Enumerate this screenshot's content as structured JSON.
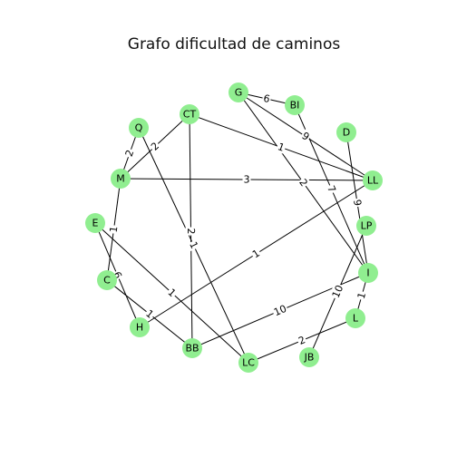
{
  "title": "Grafo dificultad de caminos",
  "colors": {
    "node_fill": "#90ee90",
    "edge": "#000000",
    "background": "#ffffff"
  },
  "nodes": [
    {
      "id": "G"
    },
    {
      "id": "BI"
    },
    {
      "id": "D"
    },
    {
      "id": "LL"
    },
    {
      "id": "LP"
    },
    {
      "id": "I"
    },
    {
      "id": "L"
    },
    {
      "id": "JB"
    },
    {
      "id": "LC"
    },
    {
      "id": "BB"
    },
    {
      "id": "H"
    },
    {
      "id": "C"
    },
    {
      "id": "E"
    },
    {
      "id": "M"
    },
    {
      "id": "Q"
    },
    {
      "id": "CT"
    }
  ],
  "edges": [
    {
      "source": "G",
      "target": "BI",
      "weight": "6"
    },
    {
      "source": "G",
      "target": "LL",
      "weight": "9"
    },
    {
      "source": "G",
      "target": "I",
      "weight": "2"
    },
    {
      "source": "BI",
      "target": "I",
      "weight": "7"
    },
    {
      "source": "D",
      "target": "I",
      "weight": "9"
    },
    {
      "source": "CT",
      "target": "LL",
      "weight": "1"
    },
    {
      "source": "CT",
      "target": "M",
      "weight": "2"
    },
    {
      "source": "CT",
      "target": "BB",
      "weight": "2"
    },
    {
      "source": "M",
      "target": "LL",
      "weight": "3"
    },
    {
      "source": "M",
      "target": "C",
      "weight": "1"
    },
    {
      "source": "Q",
      "target": "M",
      "weight": "2"
    },
    {
      "source": "Q",
      "target": "LC",
      "weight": "1"
    },
    {
      "source": "LL",
      "target": "H",
      "weight": "1"
    },
    {
      "source": "LP",
      "target": "JB",
      "weight": "10"
    },
    {
      "source": "I",
      "target": "BB",
      "weight": "10"
    },
    {
      "source": "I",
      "target": "L",
      "weight": "1"
    },
    {
      "source": "L",
      "target": "LC",
      "weight": "2"
    },
    {
      "source": "E",
      "target": "H",
      "weight": "6"
    },
    {
      "source": "E",
      "target": "LC",
      "weight": "1"
    },
    {
      "source": "C",
      "target": "BB",
      "weight": "1"
    }
  ]
}
